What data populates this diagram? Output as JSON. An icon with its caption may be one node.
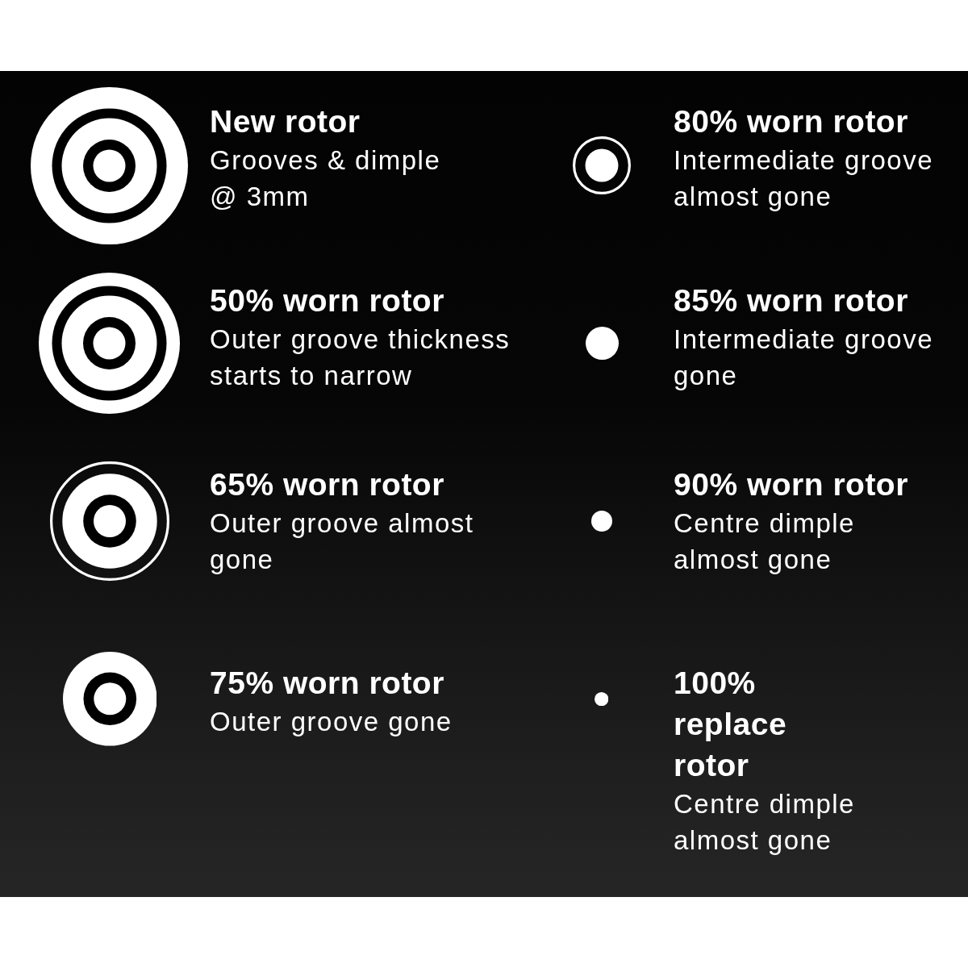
{
  "diagram": {
    "labels": [
      "New rotor",
      "Grooves & dimple @ 3mm",
      "80% worn rotor",
      "Intermediate groove almost gone",
      "50% worn rotor",
      "Outer groove thickness starts to narrow",
      "85% worn rotor",
      "Intermediate groove gone",
      "65% worn rotor",
      "Outer groove almost gone",
      "90% worn rotor",
      "Centre dimple almost gone",
      "75% worn rotor",
      "Outer groove gone",
      "100% replace rotor",
      "Centre dimple almost gone"
    ]
  }
}
